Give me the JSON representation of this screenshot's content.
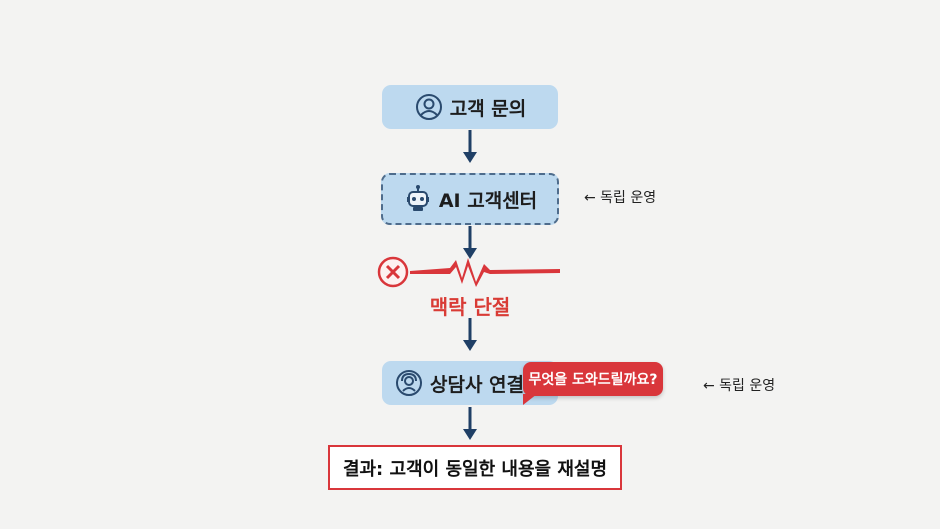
{
  "flow": {
    "step1": {
      "label": "고객 문의",
      "icon": "user-headset-icon"
    },
    "step2": {
      "label": "AI 고객센터",
      "icon": "robot-icon",
      "note": "← 독립 운영"
    },
    "break_label": "맥락 단절",
    "step3": {
      "label": "상담사 연결",
      "icon": "agent-headset-icon",
      "note": "← 독립 운영"
    },
    "bubble": "무엇을 도와드릴까요?",
    "result": "결과: 고객이 동일한 내용을 재설명"
  },
  "colors": {
    "box_fill": "#bdd9ef",
    "arrow": "#1f3f66",
    "alert_red": "#d9363b"
  }
}
